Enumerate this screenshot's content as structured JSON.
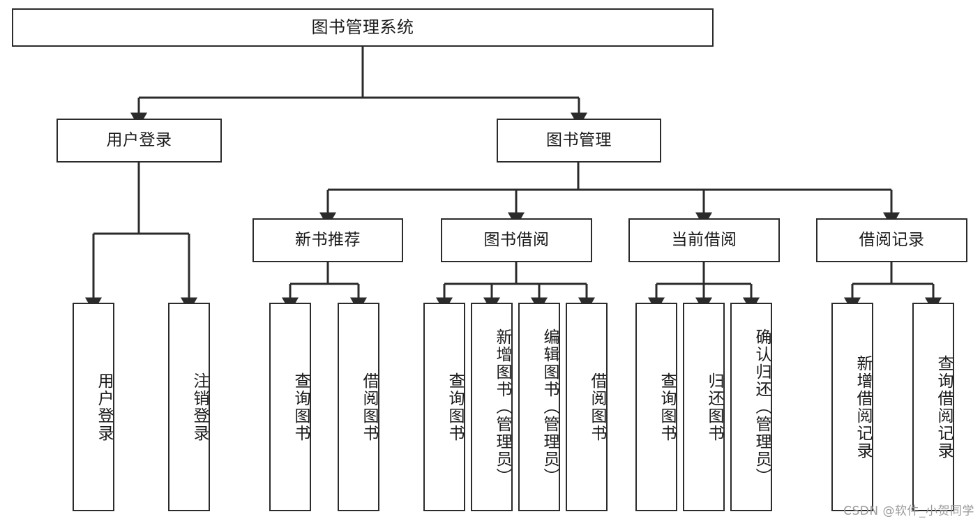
{
  "diagram": {
    "title_node": {
      "label": "图书管理系统"
    },
    "level2": [
      {
        "id": "user-login",
        "label": "用户登录"
      },
      {
        "id": "book-management",
        "label": "图书管理"
      }
    ],
    "level3": [
      {
        "id": "new-book-recommend",
        "label": "新书推荐"
      },
      {
        "id": "book-borrow",
        "label": "图书借阅"
      },
      {
        "id": "current-borrow",
        "label": "当前借阅"
      },
      {
        "id": "borrow-record",
        "label": "借阅记录"
      }
    ],
    "leaves": {
      "user_login": [
        {
          "id": "leaf-user-login",
          "label": "用户登录"
        },
        {
          "id": "leaf-logout-login",
          "label": "注销登录"
        }
      ],
      "new_book_recommend": [
        {
          "id": "leaf-query-book-1",
          "label": "查询图书"
        },
        {
          "id": "leaf-borrow-book-1",
          "label": "借阅图书"
        }
      ],
      "book_borrow": [
        {
          "id": "leaf-query-book-2",
          "label": "查询图书"
        },
        {
          "id": "leaf-add-book",
          "label": "新增图书（管理员）"
        },
        {
          "id": "leaf-edit-book",
          "label": "编辑图书（管理员）"
        },
        {
          "id": "leaf-borrow-book-2",
          "label": "借阅图书"
        }
      ],
      "current_borrow": [
        {
          "id": "leaf-query-book-3",
          "label": "查询图书"
        },
        {
          "id": "leaf-return-book",
          "label": "归还图书"
        },
        {
          "id": "leaf-confirm-return",
          "label": "确认归还（管理员）"
        }
      ],
      "borrow_record": [
        {
          "id": "leaf-add-record",
          "label": "新增借阅记录"
        },
        {
          "id": "leaf-query-record",
          "label": "查询借阅记录"
        }
      ]
    }
  },
  "watermark": {
    "text": "CSDN @软件_小贺同学"
  },
  "colors": {
    "stroke": "#2b2b2b",
    "box_fill": "#ffffff",
    "text": "#1a1a1a",
    "watermark": "#9a9a9a"
  }
}
